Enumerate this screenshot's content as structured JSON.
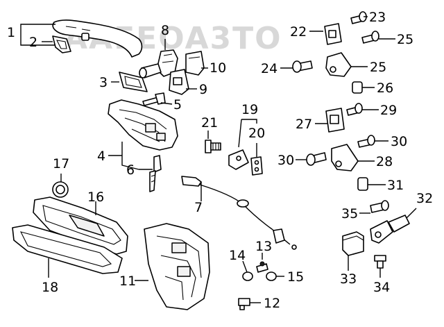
{
  "watermark": "AAEEOA3TO",
  "callouts": [
    "1",
    "2",
    "3",
    "4",
    "5",
    "6",
    "7",
    "8",
    "9",
    "10",
    "11",
    "12",
    "13",
    "14",
    "15",
    "16",
    "17",
    "18",
    "19",
    "20",
    "21",
    "22",
    "23",
    "24",
    "25",
    "25",
    "26",
    "27",
    "28",
    "29",
    "30",
    "30",
    "31",
    "32",
    "33",
    "34",
    "35"
  ],
  "colors": {
    "line": "#000000",
    "background": "#ffffff",
    "watermark": "#d8d8d8"
  }
}
